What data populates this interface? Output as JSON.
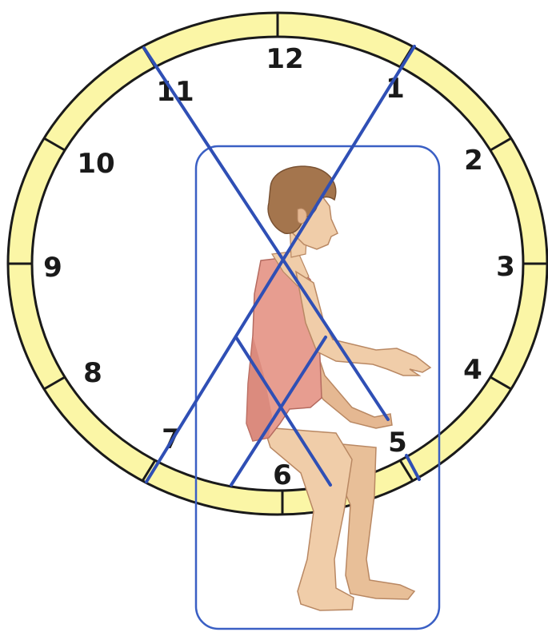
{
  "diagram": {
    "clock_numbers": [
      {
        "label": "12"
      },
      {
        "label": "1"
      },
      {
        "label": "2"
      },
      {
        "label": "3"
      },
      {
        "label": "4"
      },
      {
        "label": "5"
      },
      {
        "label": "6"
      },
      {
        "label": "7"
      },
      {
        "label": "8"
      },
      {
        "label": "9"
      },
      {
        "label": "10"
      },
      {
        "label": "11"
      }
    ],
    "colors": {
      "ring_fill": "#fbf6a6",
      "ring_stroke": "#1a1a1a",
      "axis_line": "#2f4fb5",
      "frame": "#3a5fc4",
      "skin": "#f0cda9",
      "skin_shadow": "#d9a983",
      "hair": "#a4754d",
      "leotard": "#e79d90",
      "leotard_shadow": "#cc776b"
    }
  }
}
